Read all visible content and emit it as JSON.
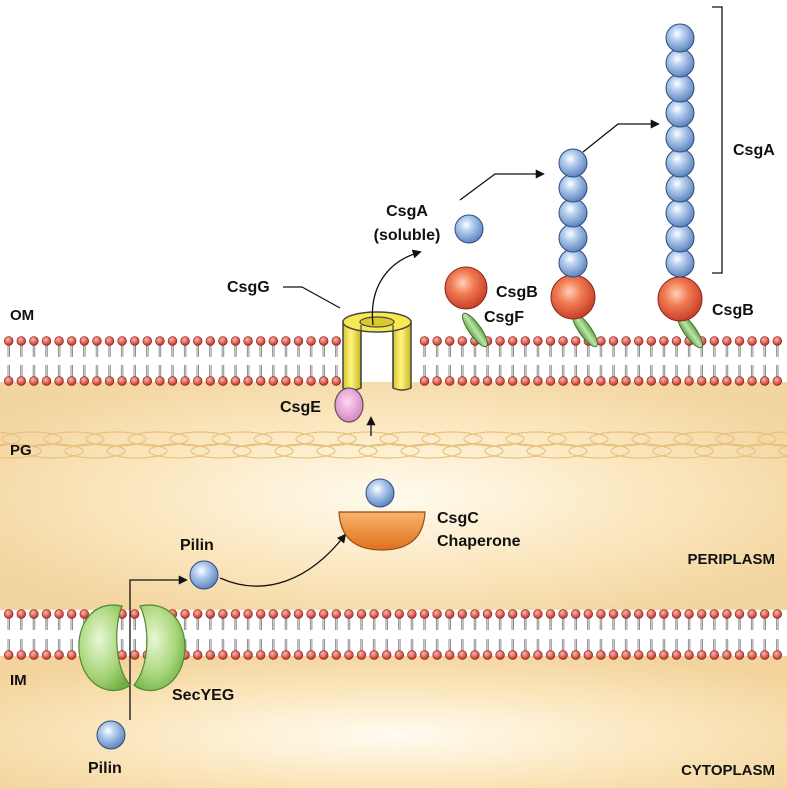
{
  "labels": {
    "om": "OM",
    "pg": "PG",
    "im": "IM",
    "periplasm": "PERIPLASM",
    "cytoplasm": "CYTOPLASM",
    "csgg": "CsgG",
    "csge": "CsgE",
    "csga_soluble_1": "CsgA",
    "csga_soluble_2": "(soluble)",
    "csgb_1": "CsgB",
    "csgf": "CsgF",
    "csgb_2": "CsgB",
    "csga_fiber": "CsgA",
    "csgc_1": "CsgC",
    "csgc_2": "Chaperone",
    "pilin_peri": "Pilin",
    "pilin_cyto": "Pilin",
    "secyeg": "SecYEG"
  },
  "colors": {
    "periplasm": "#f6dca8",
    "membrane_head": "#d9463a",
    "membrane_tail": "#9a9a9a",
    "csga_subunit": "#8fb4e0",
    "csgb": "#e8633f",
    "csgf": "#7fbf6a",
    "csgg": "#f2e640",
    "csge": "#e9a3d6",
    "csgc": "#f08f3c",
    "secyeg": "#9fcf6e"
  },
  "fiber": {
    "short_subunits": 5,
    "long_subunits": 10
  }
}
